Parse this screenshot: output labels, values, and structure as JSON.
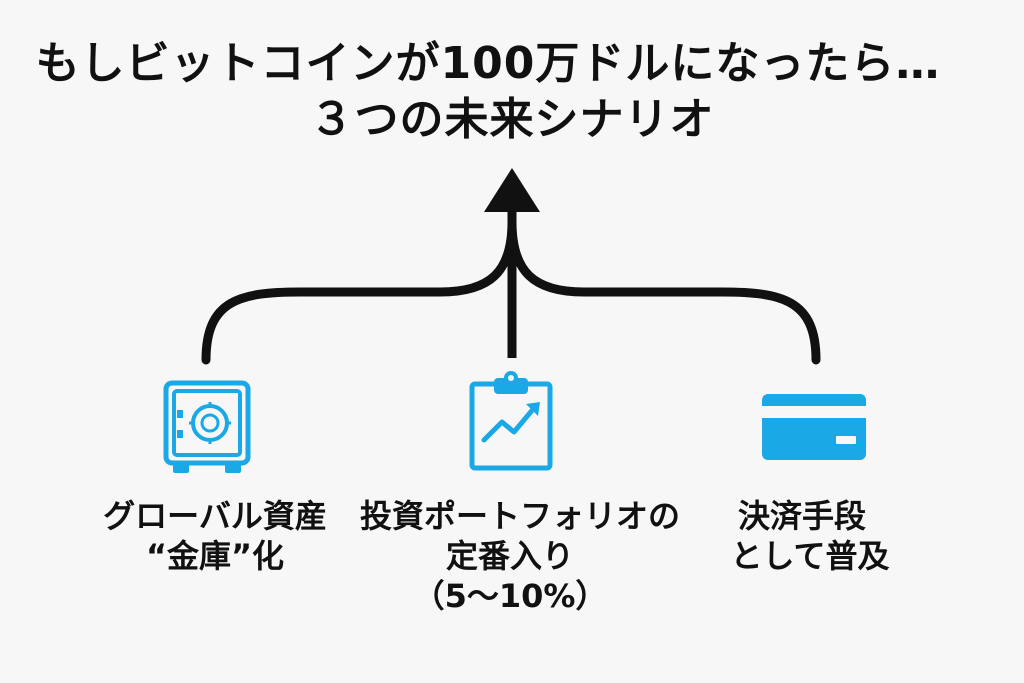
{
  "title": {
    "line1": "もしビットコインが100万ドルになったら…",
    "line2": "３つの未来シナリオ"
  },
  "scenarios": [
    {
      "icon": "safe-icon",
      "lines": [
        "グローバル資産",
        "“金庫”化"
      ]
    },
    {
      "icon": "clipboard-chart-icon",
      "lines": [
        "投資ポートフォリオの",
        "定番入り",
        "（5〜10%）"
      ]
    },
    {
      "icon": "credit-card-icon",
      "lines": [
        "決済手段",
        "として普及"
      ]
    }
  ],
  "colors": {
    "accent": "#1ba8e6",
    "line": "#111111",
    "background": "#f7f7f7"
  }
}
